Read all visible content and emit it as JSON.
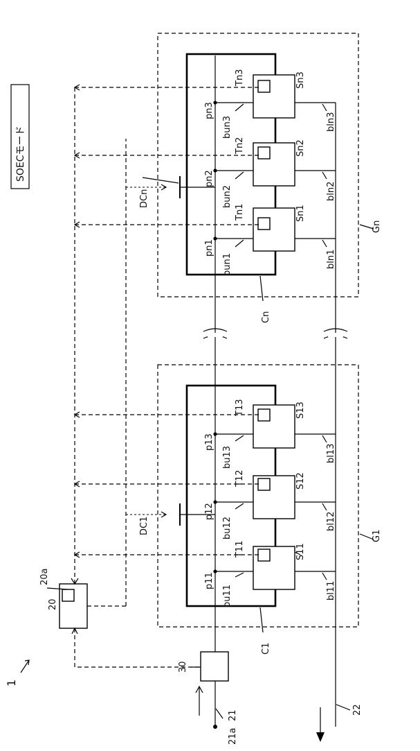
{
  "mode_label": "SOECモード",
  "system_ref": "1",
  "controller": {
    "ref": "20",
    "sensor_ref": "20a"
  },
  "meter_ref": "30",
  "pipes": {
    "upper": "21",
    "upper_point": "21a",
    "lower": "22"
  },
  "groups": [
    {
      "ref": "G1",
      "cell_ref": "C1",
      "dc_ref": "DC1",
      "stacks": [
        {
          "s": "S11",
          "t": "T11",
          "p": "p11",
          "bu": "bu11",
          "bl": "bl11"
        },
        {
          "s": "S12",
          "t": "T12",
          "p": "p12",
          "bu": "bu12",
          "bl": "bl12"
        },
        {
          "s": "S13",
          "t": "T13",
          "p": "p13",
          "bu": "bu13",
          "bl": "bl13"
        }
      ]
    },
    {
      "ref": "Gn",
      "cell_ref": "Cn",
      "dc_ref": "DCn",
      "stacks": [
        {
          "s": "Sn1",
          "t": "Tn1",
          "p": "pn1",
          "bu": "bun1",
          "bl": "bln1"
        },
        {
          "s": "Sn2",
          "t": "Tn2",
          "p": "pn2",
          "bu": "bun2",
          "bl": "bln2"
        },
        {
          "s": "Sn3",
          "t": "Tn3",
          "p": "pn3",
          "bu": "bun3",
          "bl": "bln3"
        }
      ]
    }
  ]
}
